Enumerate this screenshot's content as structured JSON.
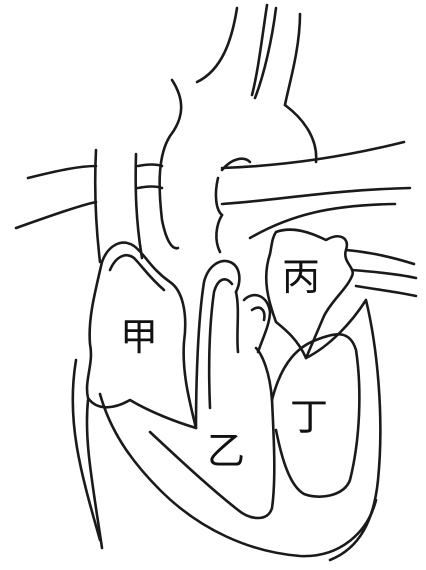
{
  "labels": {
    "jia": "甲",
    "yi": "乙",
    "bing": "丙",
    "ding": "丁"
  }
}
